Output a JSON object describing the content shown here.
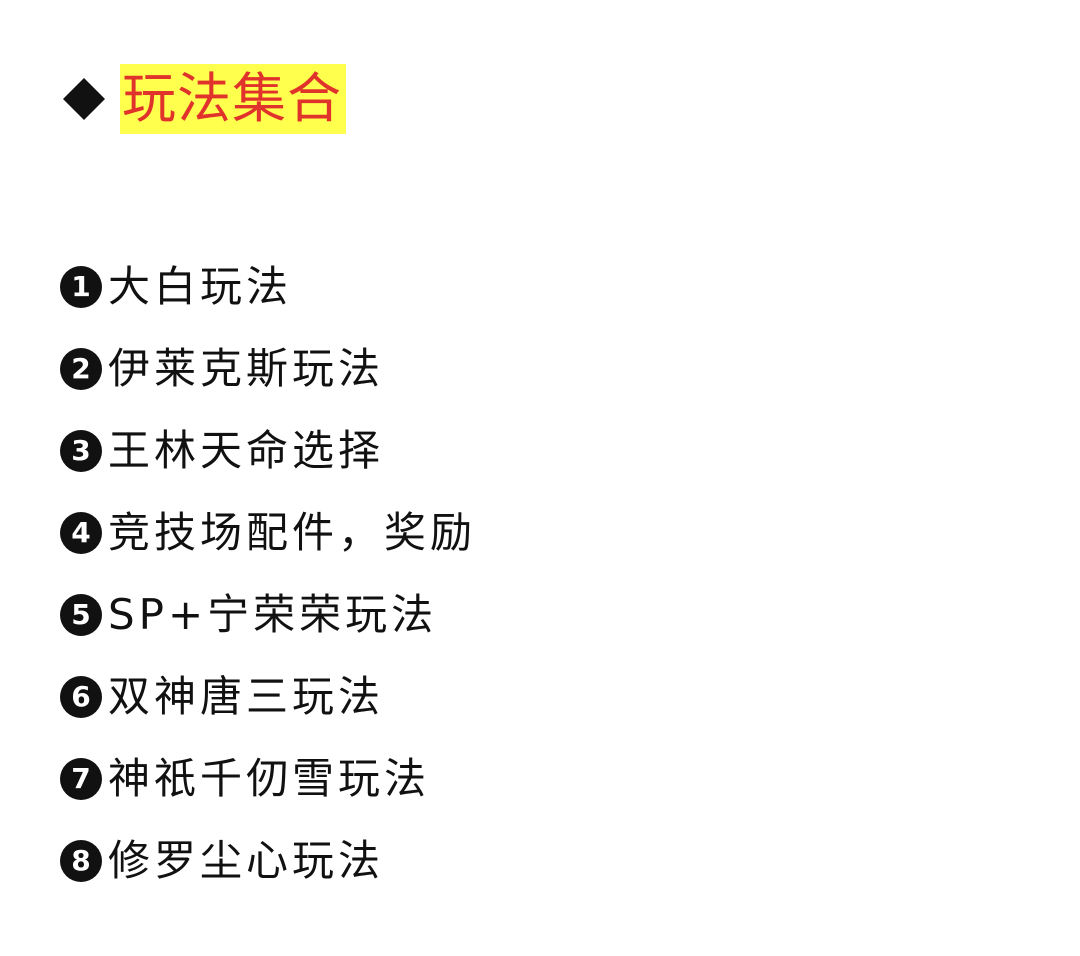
{
  "header": {
    "icon": "black-diamond-icon",
    "title": "玩法集合",
    "title_color": "#e0332b",
    "highlight_color": "#ffff4d"
  },
  "list": {
    "items": [
      {
        "number": "1",
        "label": "大白玩法"
      },
      {
        "number": "2",
        "label": "伊莱克斯玩法"
      },
      {
        "number": "3",
        "label": "王林天命选择"
      },
      {
        "number": "4",
        "label": "竞技场配件，奖励"
      },
      {
        "number": "5",
        "label": "SP+宁荣荣玩法"
      },
      {
        "number": "6",
        "label": "双神唐三玩法"
      },
      {
        "number": "7",
        "label": "神祇千仞雪玩法"
      },
      {
        "number": "8",
        "label": "修罗尘心玩法"
      }
    ]
  }
}
